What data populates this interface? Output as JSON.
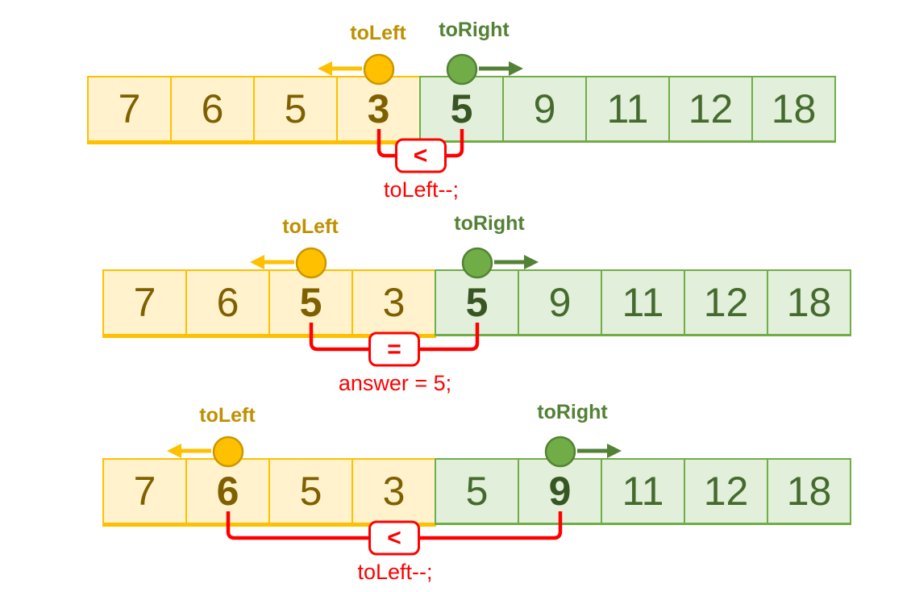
{
  "colors": {
    "yellow_fill": "#FFF2CC",
    "yellow_border": "#FFC000",
    "yellow_number": "#7F6000",
    "toleft_label_color": "#BF9000",
    "green_fill": "#E2EFDA",
    "green_border": "#70AD47",
    "green_number": "#456A2E",
    "green_number_bold": "#375623",
    "toright_label_color": "#538135",
    "pointer_left_fill": "#FFC000",
    "pointer_left_stroke": "#C99700",
    "pointer_right_fill": "#70AD47",
    "pointer_right_stroke": "#548235",
    "arrow_left": "#FFC000",
    "arrow_right": "#538135",
    "annotation_red": "#FF0000"
  },
  "diagrams": [
    {
      "step": 1,
      "toleft_label": "toLeft",
      "toright_label": "toRight",
      "left_values": [
        "7",
        "6",
        "5",
        "3"
      ],
      "left_bold_index": 3,
      "right_values": [
        "5",
        "9",
        "11",
        "12",
        "18"
      ],
      "right_bold_index": 0,
      "toleft_cell_index": 3,
      "toright_cell_index": 4,
      "compare_left_cell_index": 3,
      "compare_right_cell_index": 4,
      "operator": "<",
      "caption": "toLeft--;"
    },
    {
      "step": 2,
      "toleft_label": "toLeft",
      "toright_label": "toRight",
      "left_values": [
        "7",
        "6",
        "5",
        "3"
      ],
      "left_bold_index": 2,
      "right_values": [
        "5",
        "9",
        "11",
        "12",
        "18"
      ],
      "right_bold_index": 0,
      "toleft_cell_index": 2,
      "toright_cell_index": 4,
      "compare_left_cell_index": 2,
      "compare_right_cell_index": 4,
      "operator": "=",
      "caption": "answer = 5;"
    },
    {
      "step": 3,
      "toleft_label": "toLeft",
      "toright_label": "toRight",
      "left_values": [
        "7",
        "6",
        "5",
        "3"
      ],
      "left_bold_index": 1,
      "right_values": [
        "5",
        "9",
        "11",
        "12",
        "18"
      ],
      "right_bold_index": 1,
      "toleft_cell_index": 1,
      "toright_cell_index": 5,
      "compare_left_cell_index": 1,
      "compare_right_cell_index": 5,
      "operator": "<",
      "caption": "toLeft--;"
    }
  ]
}
